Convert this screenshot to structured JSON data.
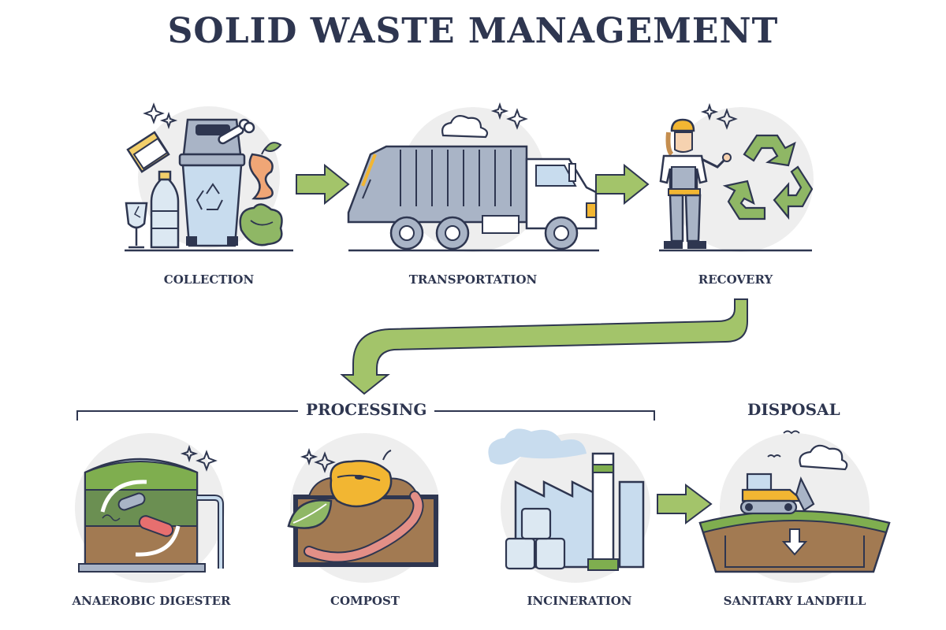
{
  "title": "SOLID WASTE MANAGEMENT",
  "stages": {
    "collection": "COLLECTION",
    "transportation": "TRANSPORTATION",
    "recovery": "RECOVERY"
  },
  "groups": {
    "processing": "PROCESSING",
    "disposal": "DISPOSAL"
  },
  "methods": {
    "anaerobic_digester": "ANAEROBIC DIGESTER",
    "compost": "COMPOST",
    "incineration": "INCINERATION",
    "sanitary_landfill": "SANITARY LANDFILL"
  },
  "colors": {
    "ink": "#2e3650",
    "arrow_green": "#a3c46a",
    "bin_blue": "#c8dcee",
    "truck_gray": "#a9b4c6",
    "recycle_green": "#8fb765",
    "soil_brown": "#a27a52",
    "grass_green": "#7fae4f",
    "bulldozer_yellow": "#f2b632",
    "circle_bg": "#eeeeee"
  }
}
